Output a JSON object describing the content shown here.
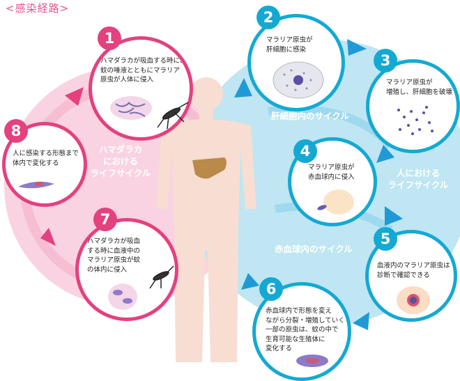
{
  "title": "<感染経路>",
  "labels": {
    "mosquito_cycle": "ハマダラカにおけるライフサイクル",
    "mosquito_cycle_lines": [
      "ハマダラカ",
      "における",
      "ライフサイクル"
    ],
    "human_cycle_lines": [
      "人における",
      "ライフサイクル"
    ],
    "liver_cycle": "肝細胞内のサイクル",
    "rbc_cycle": "赤血球内のサイクル"
  },
  "steps": [
    {
      "num": "1",
      "lines": [
        "ハマダラカが吸血する時に、",
        "蚊の唾液とともにマラリア",
        "原虫が人体に侵入"
      ]
    },
    {
      "num": "2",
      "lines": [
        "マラリア原虫が",
        "肝細胞に感染"
      ]
    },
    {
      "num": "3",
      "lines": [
        "マラリア原虫が",
        "増殖し、肝細胞を破壊"
      ]
    },
    {
      "num": "4",
      "lines": [
        "マラリア原虫が",
        "赤血球内に侵入"
      ]
    },
    {
      "num": "5",
      "lines": [
        "血液内のマラリア原虫は",
        "診断で確認できる"
      ]
    },
    {
      "num": "6",
      "lines": [
        "赤血球内で形態を変え",
        "ながら分裂・増殖していく",
        "一部の原虫は、蚊の中で",
        "生育可能な生殖体に",
        "変化する"
      ]
    },
    {
      "num": "7",
      "lines": [
        "ハマダラカが吸血",
        "する時に血液中の",
        "マラリア原虫が蚊",
        "の体内に侵入"
      ]
    },
    {
      "num": "8",
      "lines": [
        "人に感染する形態まで",
        "体内で変化する"
      ]
    }
  ],
  "colors": {
    "pink": "#e3417f",
    "blue": "#14a9d3",
    "pink_bg": "#f9d3e1",
    "blue_bg": "#bfe6f2",
    "body": "#f7ddd2",
    "liver": "#b98a4a"
  }
}
